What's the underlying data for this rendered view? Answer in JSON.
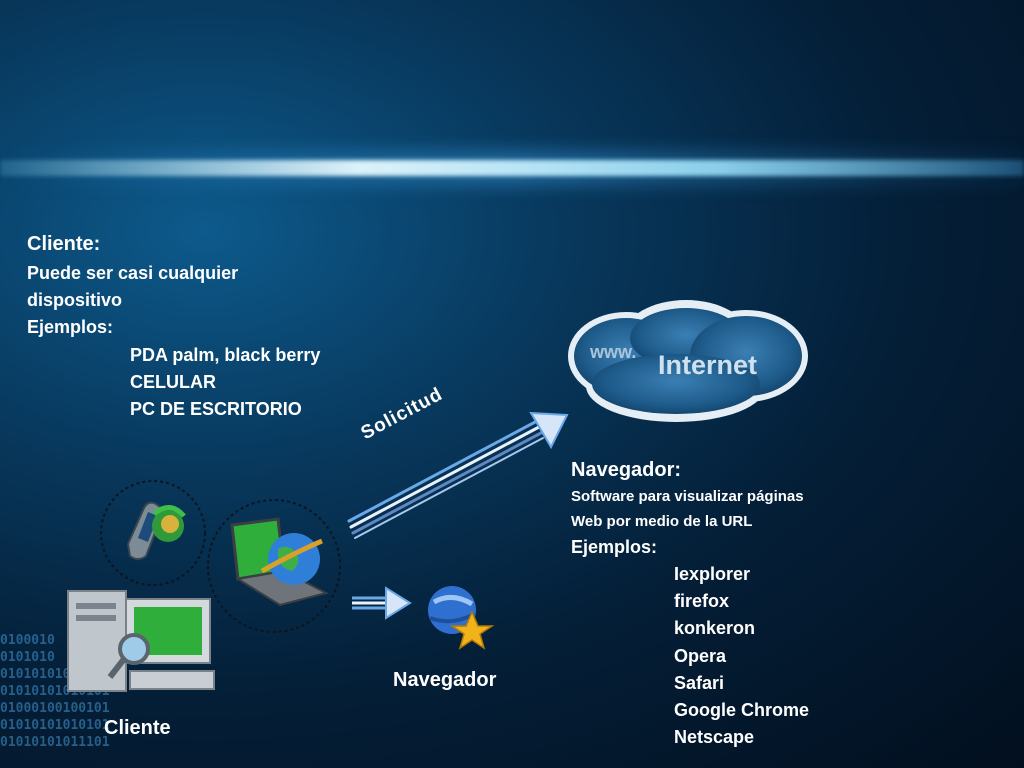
{
  "binary_text": "0100010\n0101010\n01010101011110\n01010101010101\n01000100100101\n01010101010101\n01010101011101",
  "cliente_block": {
    "title": "Cliente:",
    "line1": "Puede ser casi cualquier",
    "line2": "dispositivo",
    "examples_label": "Ejemplos:",
    "examples": [
      "PDA palm, black berry",
      "CELULAR",
      "PC DE ESCRITORIO"
    ]
  },
  "internet_cloud": {
    "prefix": "www.",
    "label": "Internet"
  },
  "arrow_label": "Solicitud",
  "navegador_block": {
    "title": "Navegador:",
    "line1": "Software para visualizar páginas",
    "line2": "Web por medio de la URL",
    "examples_label": "Ejemplos:",
    "examples": [
      "Iexplorer",
      "firefox",
      "konkeron",
      "Opera",
      "Safari",
      "Google Chrome",
      "Netscape"
    ]
  },
  "labels": {
    "cliente": "Cliente",
    "navegador": "Navegador"
  },
  "colors": {
    "background": "#041f38",
    "text": "#ffffff",
    "cloud": "#1f5f8f",
    "arrow": "#6aa8e8"
  }
}
